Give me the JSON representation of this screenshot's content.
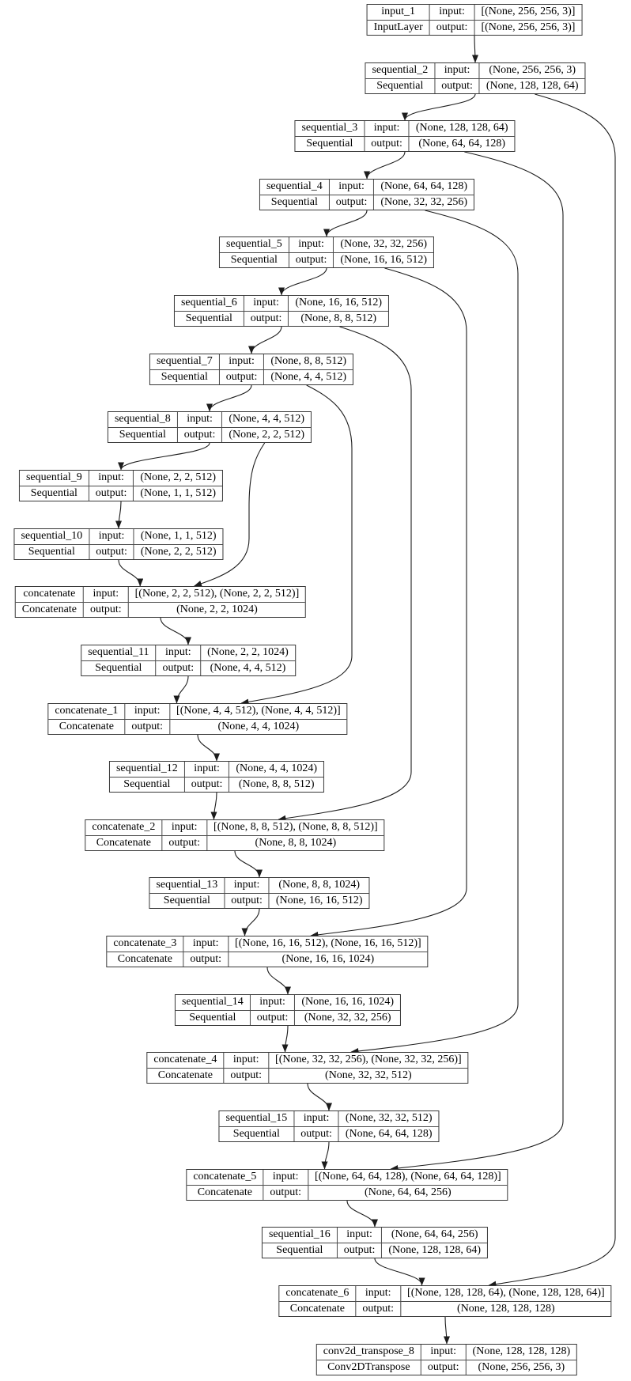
{
  "diagram": {
    "kind": "keras-model-architecture-graph",
    "port_labels": {
      "input": "input:",
      "output": "output:"
    },
    "nodes": [
      {
        "id": "input_1",
        "name": "input_1",
        "layer_type": "InputLayer",
        "input_shape": "[(None, 256, 256, 3)]",
        "output_shape": "[(None, 256, 256, 3)]"
      },
      {
        "id": "sequential_2",
        "name": "sequential_2",
        "layer_type": "Sequential",
        "input_shape": "(None, 256, 256, 3)",
        "output_shape": "(None, 128, 128, 64)"
      },
      {
        "id": "sequential_3",
        "name": "sequential_3",
        "layer_type": "Sequential",
        "input_shape": "(None, 128, 128, 64)",
        "output_shape": "(None, 64, 64, 128)"
      },
      {
        "id": "sequential_4",
        "name": "sequential_4",
        "layer_type": "Sequential",
        "input_shape": "(None, 64, 64, 128)",
        "output_shape": "(None, 32, 32, 256)"
      },
      {
        "id": "sequential_5",
        "name": "sequential_5",
        "layer_type": "Sequential",
        "input_shape": "(None, 32, 32, 256)",
        "output_shape": "(None, 16, 16, 512)"
      },
      {
        "id": "sequential_6",
        "name": "sequential_6",
        "layer_type": "Sequential",
        "input_shape": "(None, 16, 16, 512)",
        "output_shape": "(None, 8, 8, 512)"
      },
      {
        "id": "sequential_7",
        "name": "sequential_7",
        "layer_type": "Sequential",
        "input_shape": "(None, 8, 8, 512)",
        "output_shape": "(None, 4, 4, 512)"
      },
      {
        "id": "sequential_8",
        "name": "sequential_8",
        "layer_type": "Sequential",
        "input_shape": "(None, 4, 4, 512)",
        "output_shape": "(None, 2, 2, 512)"
      },
      {
        "id": "sequential_9",
        "name": "sequential_9",
        "layer_type": "Sequential",
        "input_shape": "(None, 2, 2, 512)",
        "output_shape": "(None, 1, 1, 512)"
      },
      {
        "id": "sequential_10",
        "name": "sequential_10",
        "layer_type": "Sequential",
        "input_shape": "(None, 1, 1, 512)",
        "output_shape": "(None, 2, 2, 512)"
      },
      {
        "id": "concatenate",
        "name": "concatenate",
        "layer_type": "Concatenate",
        "input_shape": "[(None, 2, 2, 512), (None, 2, 2, 512)]",
        "output_shape": "(None, 2, 2, 1024)"
      },
      {
        "id": "sequential_11",
        "name": "sequential_11",
        "layer_type": "Sequential",
        "input_shape": "(None, 2, 2, 1024)",
        "output_shape": "(None, 4, 4, 512)"
      },
      {
        "id": "concatenate_1",
        "name": "concatenate_1",
        "layer_type": "Concatenate",
        "input_shape": "[(None, 4, 4, 512), (None, 4, 4, 512)]",
        "output_shape": "(None, 4, 4, 1024)"
      },
      {
        "id": "sequential_12",
        "name": "sequential_12",
        "layer_type": "Sequential",
        "input_shape": "(None, 4, 4, 1024)",
        "output_shape": "(None, 8, 8, 512)"
      },
      {
        "id": "concatenate_2",
        "name": "concatenate_2",
        "layer_type": "Concatenate",
        "input_shape": "[(None, 8, 8, 512), (None, 8, 8, 512)]",
        "output_shape": "(None, 8, 8, 1024)"
      },
      {
        "id": "sequential_13",
        "name": "sequential_13",
        "layer_type": "Sequential",
        "input_shape": "(None, 8, 8, 1024)",
        "output_shape": "(None, 16, 16, 512)"
      },
      {
        "id": "concatenate_3",
        "name": "concatenate_3",
        "layer_type": "Concatenate",
        "input_shape": "[(None, 16, 16, 512), (None, 16, 16, 512)]",
        "output_shape": "(None, 16, 16, 1024)"
      },
      {
        "id": "sequential_14",
        "name": "sequential_14",
        "layer_type": "Sequential",
        "input_shape": "(None, 16, 16, 1024)",
        "output_shape": "(None, 32, 32, 256)"
      },
      {
        "id": "concatenate_4",
        "name": "concatenate_4",
        "layer_type": "Concatenate",
        "input_shape": "[(None, 32, 32, 256), (None, 32, 32, 256)]",
        "output_shape": "(None, 32, 32, 512)"
      },
      {
        "id": "sequential_15",
        "name": "sequential_15",
        "layer_type": "Sequential",
        "input_shape": "(None, 32, 32, 512)",
        "output_shape": "(None, 64, 64, 128)"
      },
      {
        "id": "concatenate_5",
        "name": "concatenate_5",
        "layer_type": "Concatenate",
        "input_shape": "[(None, 64, 64, 128), (None, 64, 64, 128)]",
        "output_shape": "(None, 64, 64, 256)"
      },
      {
        "id": "sequential_16",
        "name": "sequential_16",
        "layer_type": "Sequential",
        "input_shape": "(None, 64, 64, 256)",
        "output_shape": "(None, 128, 128, 64)"
      },
      {
        "id": "concatenate_6",
        "name": "concatenate_6",
        "layer_type": "Concatenate",
        "input_shape": "[(None, 128, 128, 64), (None, 128, 128, 64)]",
        "output_shape": "(None, 128, 128, 128)"
      },
      {
        "id": "conv2d_transpose_8",
        "name": "conv2d_transpose_8",
        "layer_type": "Conv2DTranspose",
        "input_shape": "(None, 128, 128, 128)",
        "output_shape": "(None, 256, 256, 3)"
      }
    ],
    "edges": [
      {
        "from": "input_1",
        "to": "sequential_2",
        "kind": "flow"
      },
      {
        "from": "sequential_2",
        "to": "sequential_3",
        "kind": "flow"
      },
      {
        "from": "sequential_3",
        "to": "sequential_4",
        "kind": "flow"
      },
      {
        "from": "sequential_4",
        "to": "sequential_5",
        "kind": "flow"
      },
      {
        "from": "sequential_5",
        "to": "sequential_6",
        "kind": "flow"
      },
      {
        "from": "sequential_6",
        "to": "sequential_7",
        "kind": "flow"
      },
      {
        "from": "sequential_7",
        "to": "sequential_8",
        "kind": "flow"
      },
      {
        "from": "sequential_8",
        "to": "sequential_9",
        "kind": "flow"
      },
      {
        "from": "sequential_9",
        "to": "sequential_10",
        "kind": "flow"
      },
      {
        "from": "sequential_10",
        "to": "concatenate",
        "kind": "flow"
      },
      {
        "from": "sequential_8",
        "to": "concatenate",
        "kind": "skip"
      },
      {
        "from": "concatenate",
        "to": "sequential_11",
        "kind": "flow"
      },
      {
        "from": "sequential_11",
        "to": "concatenate_1",
        "kind": "flow"
      },
      {
        "from": "sequential_7",
        "to": "concatenate_1",
        "kind": "skip"
      },
      {
        "from": "concatenate_1",
        "to": "sequential_12",
        "kind": "flow"
      },
      {
        "from": "sequential_12",
        "to": "concatenate_2",
        "kind": "flow"
      },
      {
        "from": "sequential_6",
        "to": "concatenate_2",
        "kind": "skip"
      },
      {
        "from": "concatenate_2",
        "to": "sequential_13",
        "kind": "flow"
      },
      {
        "from": "sequential_13",
        "to": "concatenate_3",
        "kind": "flow"
      },
      {
        "from": "sequential_5",
        "to": "concatenate_3",
        "kind": "skip"
      },
      {
        "from": "concatenate_3",
        "to": "sequential_14",
        "kind": "flow"
      },
      {
        "from": "sequential_14",
        "to": "concatenate_4",
        "kind": "flow"
      },
      {
        "from": "sequential_4",
        "to": "concatenate_4",
        "kind": "skip"
      },
      {
        "from": "concatenate_4",
        "to": "sequential_15",
        "kind": "flow"
      },
      {
        "from": "sequential_15",
        "to": "concatenate_5",
        "kind": "flow"
      },
      {
        "from": "sequential_3",
        "to": "concatenate_5",
        "kind": "skip"
      },
      {
        "from": "concatenate_5",
        "to": "sequential_16",
        "kind": "flow"
      },
      {
        "from": "sequential_16",
        "to": "concatenate_6",
        "kind": "flow"
      },
      {
        "from": "sequential_2",
        "to": "concatenate_6",
        "kind": "skip"
      },
      {
        "from": "concatenate_6",
        "to": "conv2d_transpose_8",
        "kind": "flow"
      }
    ]
  }
}
